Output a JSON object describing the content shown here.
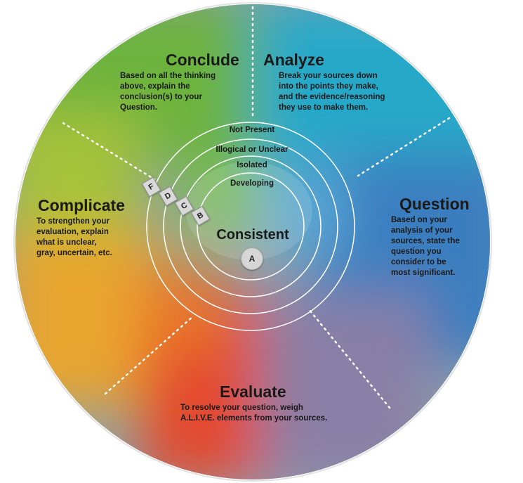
{
  "sectors": {
    "conclude": {
      "title": "Conclude",
      "lines": [
        "Based on all the thinking",
        "above, explain the",
        "conclusion(s) to your",
        "Question."
      ]
    },
    "analyze": {
      "title": "Analyze",
      "lines": [
        "Break your sources down",
        "into the points they make,",
        "and the evidence/reasoning",
        "they use to make them."
      ]
    },
    "question": {
      "title": "Question",
      "lines": [
        "Based on your",
        "analysis of your",
        "sources, state the",
        "question you",
        "consider to be",
        "most significant."
      ]
    },
    "evaluate": {
      "title": "Evaluate",
      "lines": [
        "To resolve your question, weigh",
        "A.L.I.V.E. elements from your sources."
      ]
    },
    "complicate": {
      "title": "Complicate",
      "lines": [
        "To strengthen your",
        "evaluation, explain",
        "what is unclear,",
        "gray, uncertain, etc."
      ]
    }
  },
  "levels": {
    "center": "Consistent",
    "rings": [
      "Not Present",
      "Illogical or Unclear",
      "Isolated",
      "Developing"
    ]
  },
  "grades": {
    "center": "A",
    "tabs": [
      "F",
      "D",
      "C",
      "B"
    ]
  }
}
